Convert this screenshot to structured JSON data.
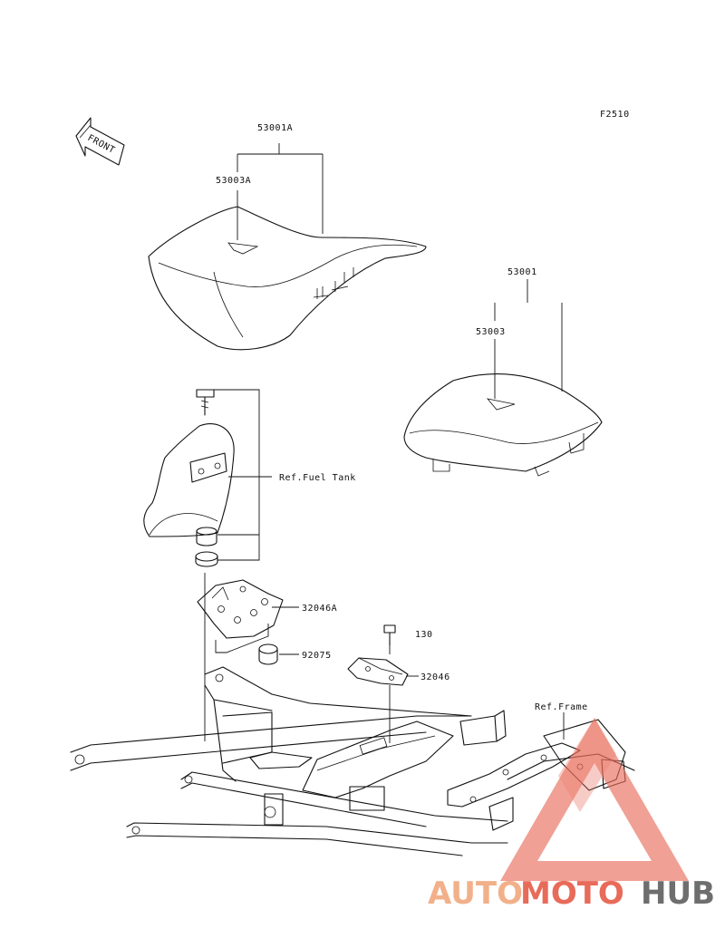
{
  "figure_code": "F2510",
  "front_arrow_label": "FRONT",
  "parts": {
    "seat_front_assy": "53001A",
    "seat_front_cover": "53003A",
    "seat_rear_assy": "53001",
    "seat_rear_cover": "53003",
    "ref_fuel_tank": "Ref.Fuel Tank",
    "bracket_front": "32046A",
    "damper_rubber": "92075",
    "bolt": "130",
    "bracket_rear": "32046",
    "ref_frame": "Ref.Frame"
  },
  "watermark": {
    "part1": "AUTO",
    "part2": "MOTO",
    "part3": "HUB",
    "color_primary": "#f2b08a",
    "color_secondary": "#e86b5a",
    "color_dark": "#6e6e6e"
  }
}
